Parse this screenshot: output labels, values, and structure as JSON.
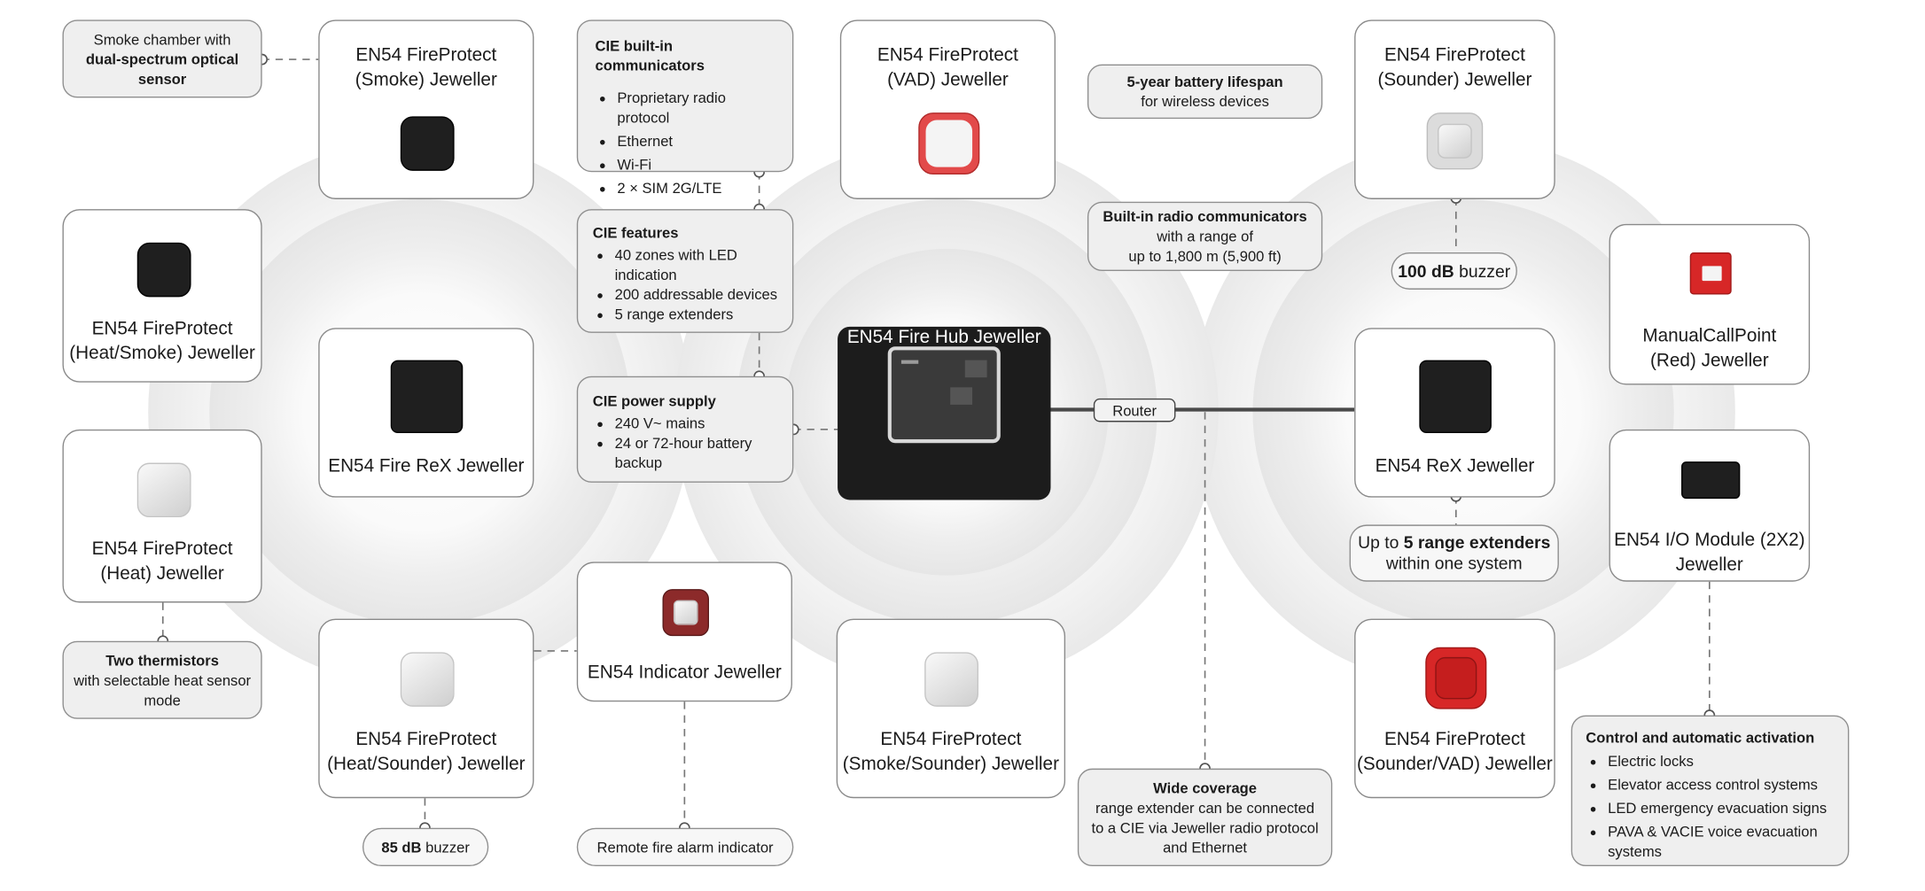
{
  "colors": {
    "hub_bg": "#1c1c1c",
    "card_border": "#8a8a8a",
    "note_bg": "#efefef",
    "red": "#d72727",
    "dark_device": "#1f1f1f"
  },
  "devices": {
    "smoke": "EN54 FireProtect\n(Smoke) Jeweller",
    "heat_smoke": "EN54 FireProtect\n(Heat/Smoke) Jeweller",
    "heat": "EN54 FireProtect\n(Heat) Jeweller",
    "fire_rex": "EN54 Fire ReX Jeweller",
    "heat_sounder": "EN54 FireProtect\n(Heat/Sounder) Jeweller",
    "indicator": "EN54 Indicator Jeweller",
    "vad": "EN54 FireProtect\n(VAD) Jeweller",
    "hub": "EN54 Fire Hub Jeweller",
    "smoke_sounder": "EN54 FireProtect\n(Smoke/Sounder) Jeweller",
    "sounder": "EN54 FireProtect\n(Sounder) Jeweller",
    "rex": "EN54 ReX Jeweller",
    "sounder_vad": "EN54 FireProtect\n(Sounder/VAD) Jeweller",
    "mcp": "ManualCallPoint\n(Red) Jeweller",
    "io_module": "EN54 I/O Module (2X2)\nJeweller"
  },
  "notes": {
    "smoke_chamber": {
      "pre": "Smoke chamber with",
      "bold": "dual-spectrum optical sensor"
    },
    "thermistors": {
      "bold": "Two thermistors",
      "rest": "with selectable heat sensor mode"
    },
    "buzzer_85": {
      "value": "85 dB",
      "rest": " buzzer"
    },
    "remote_indicator": "Remote fire alarm indicator",
    "cie_comm": {
      "title": "CIE built-in communicators",
      "items": [
        "Proprietary radio protocol",
        "Ethernet",
        "Wi-Fi",
        "2 × SIM 2G/LTE"
      ]
    },
    "cie_features": {
      "title": "CIE features",
      "items": [
        "40 zones with LED indication",
        "200 addressable devices",
        "5 range extenders"
      ]
    },
    "cie_power": {
      "title": "CIE power supply",
      "items": [
        "240 V~ mains",
        "24 or 72-hour battery backup"
      ]
    },
    "battery": {
      "bold": "5-year battery lifespan",
      "rest": "for wireless devices"
    },
    "radio_comm": {
      "bold": "Built-in radio communicators",
      "rest": "with a range of\nup to 1,800 m (5,900 ft)"
    },
    "router": "Router",
    "wide_coverage": {
      "bold": "Wide coverage",
      "rest": "range extender can be connected\nto a CIE via Jeweller radio protocol\nand Ethernet"
    },
    "buzzer_100": {
      "value": "100 dB",
      "rest": " buzzer"
    },
    "range_ext": {
      "pre": "Up to ",
      "bold": "5 range extenders",
      "rest": "within one system"
    },
    "control": {
      "title": "Control and automatic activation",
      "items": [
        "Electric locks",
        "Elevator access control systems",
        "LED emergency evacuation signs",
        "PAVA & VACIE voice evacuation systems"
      ]
    }
  }
}
